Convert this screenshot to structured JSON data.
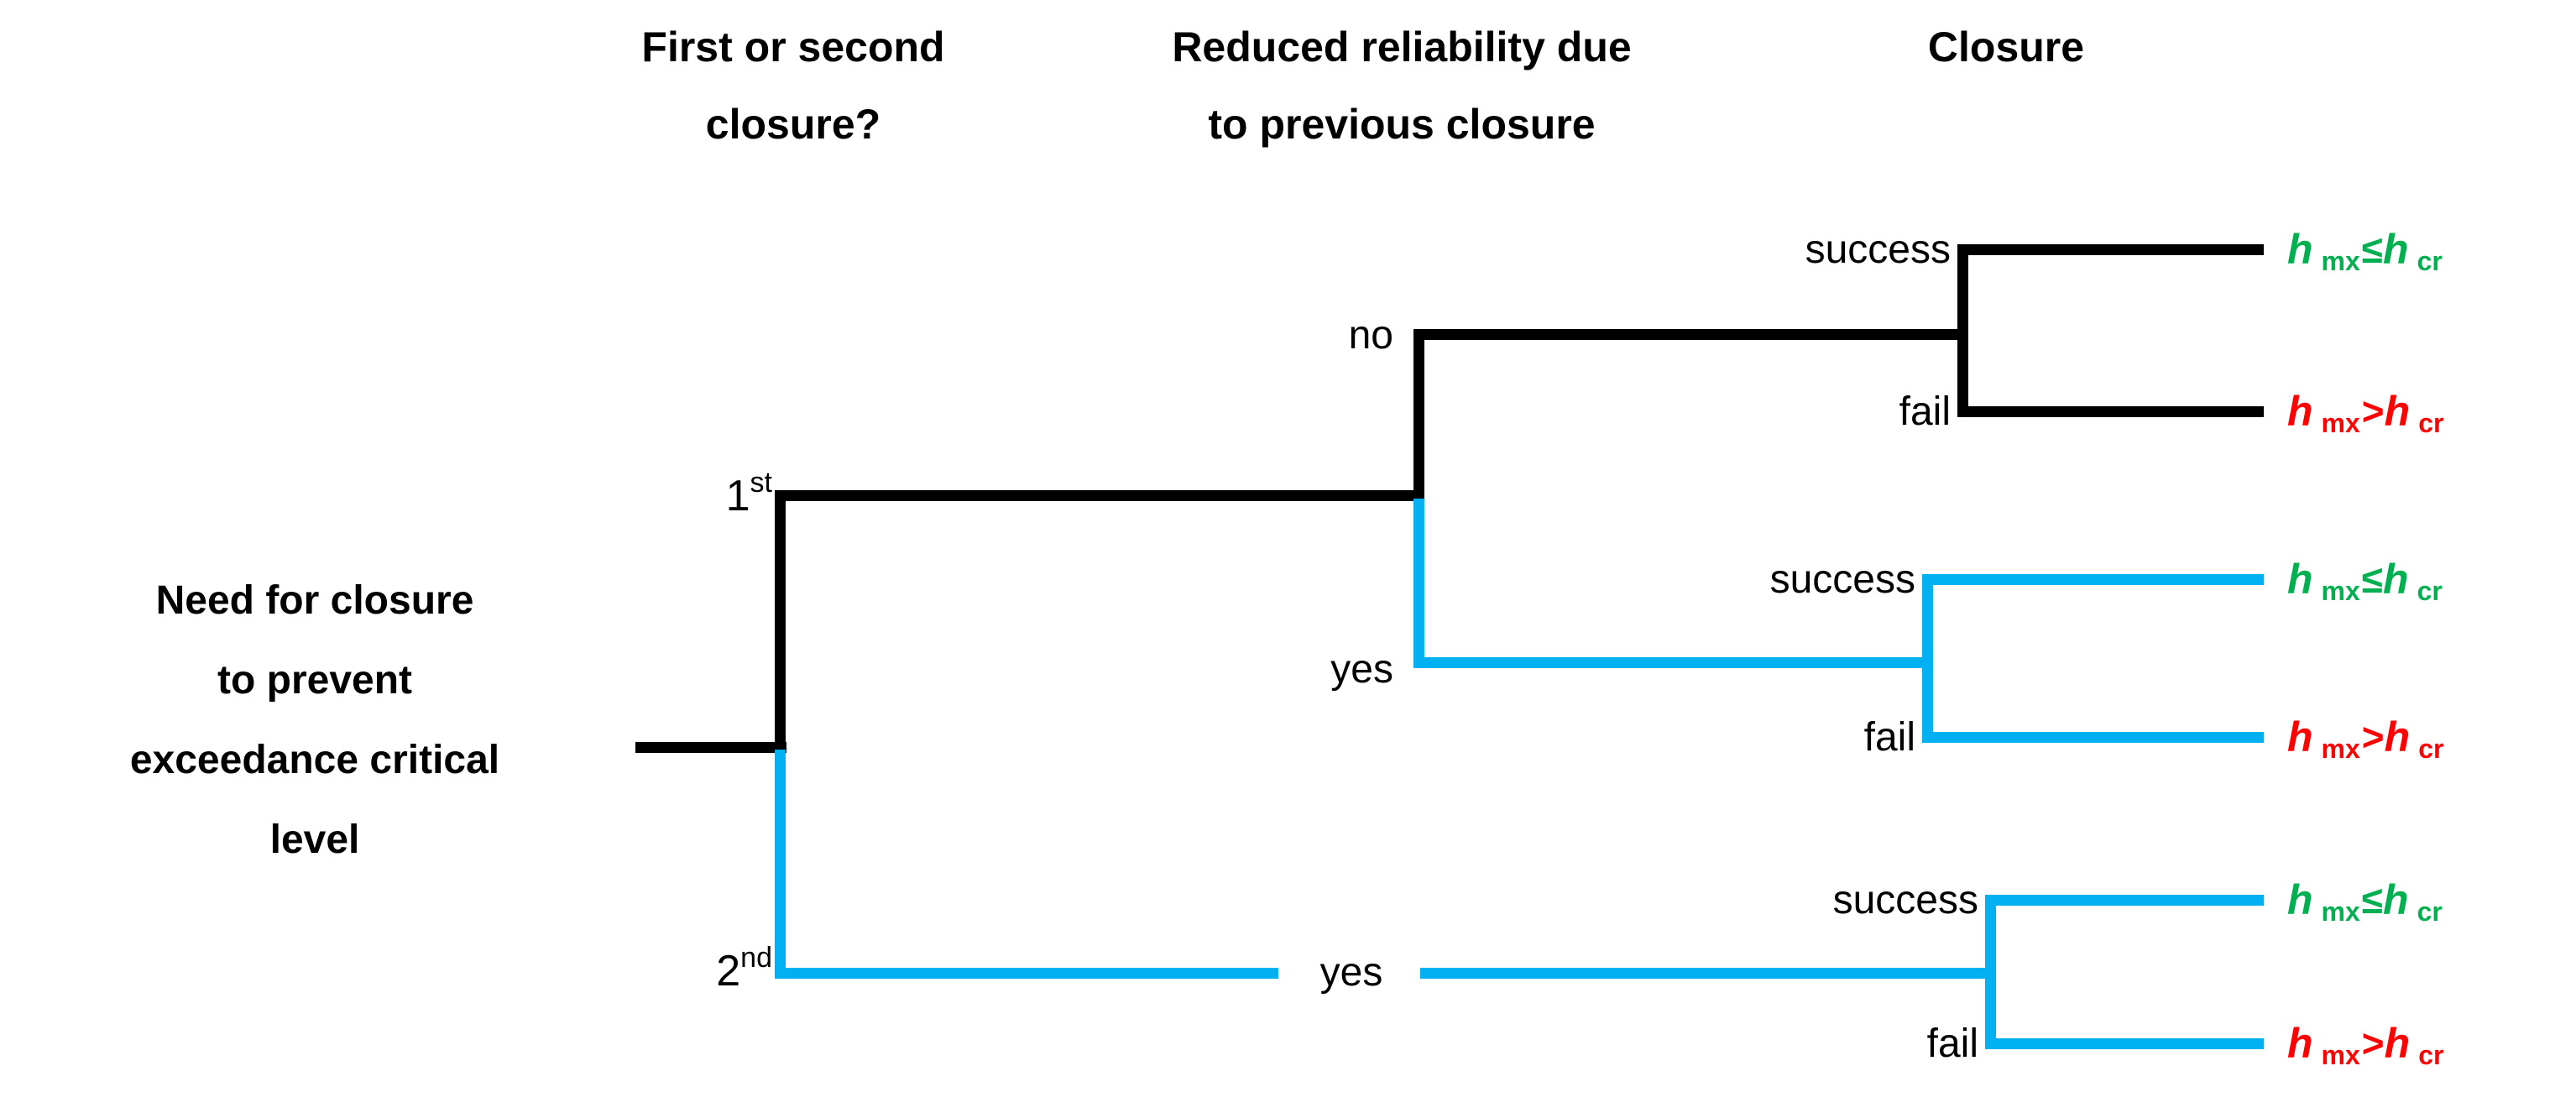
{
  "palette": {
    "line_black": "#000000",
    "line_blue": "#00B0F0",
    "outcome_green": "#00B050",
    "outcome_red": "#FF0000",
    "text_black": "#000000"
  },
  "column_headers": {
    "first_or_second": {
      "line1": "First or second",
      "line2": "closure?"
    },
    "reduced_reliability": {
      "line1": "Reduced reliability due",
      "line2": "to previous closure"
    },
    "closure": {
      "line1": "Closure"
    }
  },
  "root": {
    "lines": [
      "Need for closure",
      "to prevent",
      "exceedance critical",
      "level"
    ]
  },
  "branch_labels": {
    "first": {
      "base": "1",
      "sup": "st"
    },
    "second": {
      "base": "2",
      "sup": "nd"
    },
    "no": "no",
    "yes_middle": "yes",
    "yes_bottom": "yes"
  },
  "closure_nodes": {
    "top": {
      "success": "success",
      "fail": "fail"
    },
    "middle": {
      "success": "success",
      "fail": "fail"
    },
    "bottom": {
      "success": "success",
      "fail": "fail"
    }
  },
  "outcomes": [
    {
      "status": "success",
      "var1": "h",
      "sub1": "mx",
      "op": "≤",
      "var2": "h",
      "sub2": "cr",
      "color": "#00B050"
    },
    {
      "status": "fail",
      "var1": "h",
      "sub1": "mx",
      "op": ">",
      "var2": "h",
      "sub2": "cr",
      "color": "#FF0000"
    },
    {
      "status": "success",
      "var1": "h",
      "sub1": "mx",
      "op": "≤",
      "var2": "h",
      "sub2": "cr",
      "color": "#00B050"
    },
    {
      "status": "fail",
      "var1": "h",
      "sub1": "mx",
      "op": ">",
      "var2": "h",
      "sub2": "cr",
      "color": "#FF0000"
    },
    {
      "status": "success",
      "var1": "h",
      "sub1": "mx",
      "op": "≤",
      "var2": "h",
      "sub2": "cr",
      "color": "#00B050"
    },
    {
      "status": "fail",
      "var1": "h",
      "sub1": "mx",
      "op": ">",
      "var2": "h",
      "sub2": "cr",
      "color": "#FF0000"
    }
  ]
}
